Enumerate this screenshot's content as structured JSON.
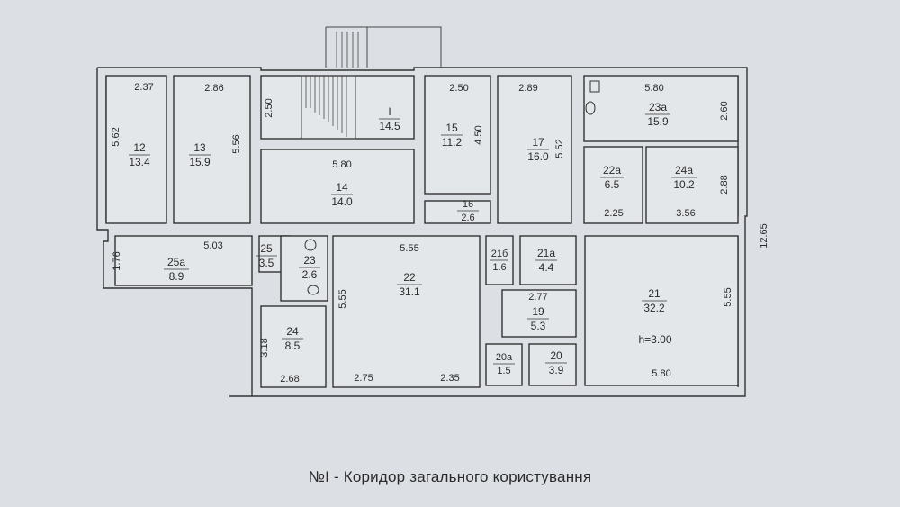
{
  "caption": "№I - Коридор загального користування",
  "rooms": {
    "r12": {
      "num": "12",
      "area": "13.4"
    },
    "r13": {
      "num": "13",
      "area": "15.9"
    },
    "r1": {
      "num": "I",
      "area": "14.5"
    },
    "r15": {
      "num": "15",
      "area": "11.2"
    },
    "r17": {
      "num": "17",
      "area": "16.0"
    },
    "r23a": {
      "num": "23a",
      "area": "15.9"
    },
    "r22a": {
      "num": "22a",
      "area": "6.5"
    },
    "r24a": {
      "num": "24a",
      "area": "10.2"
    },
    "r14": {
      "num": "14",
      "area": "14.0"
    },
    "r16": {
      "num": "16",
      "area": "2.6"
    },
    "r25a": {
      "num": "25a",
      "area": "8.9"
    },
    "r25": {
      "num": "25",
      "area": "3.5"
    },
    "r23": {
      "num": "23",
      "area": "2.6"
    },
    "r22": {
      "num": "22",
      "area": "31.1"
    },
    "r21b": {
      "num": "21б",
      "area": "1.6"
    },
    "r21a": {
      "num": "21a",
      "area": "4.4"
    },
    "r19": {
      "num": "19",
      "area": "5.3"
    },
    "r21": {
      "num": "21",
      "area": "32.2"
    },
    "r24": {
      "num": "24",
      "area": "8.5"
    },
    "r20a": {
      "num": "20a",
      "area": "1.5"
    },
    "r20": {
      "num": "20",
      "area": "3.9"
    }
  },
  "dims": {
    "d237": "2.37",
    "d286": "2.86",
    "d250a": "2.50",
    "d250b": "2.50",
    "d289": "2.89",
    "d580a": "5.80",
    "d562": "5.62",
    "d556": "5.56",
    "d450": "4.50",
    "d552": "5.52",
    "d260": "2.60",
    "d580b": "5.80",
    "d288": "2.88",
    "d225": "2.25",
    "d356": "3.56",
    "d1265": "12.65",
    "d176": "1.76",
    "d503": "5.03",
    "d555a": "5.55",
    "d555b": "5.55",
    "d277": "2.77",
    "d555c": "5.55",
    "h": "h=3.00",
    "d318": "3.18",
    "d268": "2.68",
    "d275": "2.75",
    "d235": "2.35",
    "d580c": "5.80"
  }
}
